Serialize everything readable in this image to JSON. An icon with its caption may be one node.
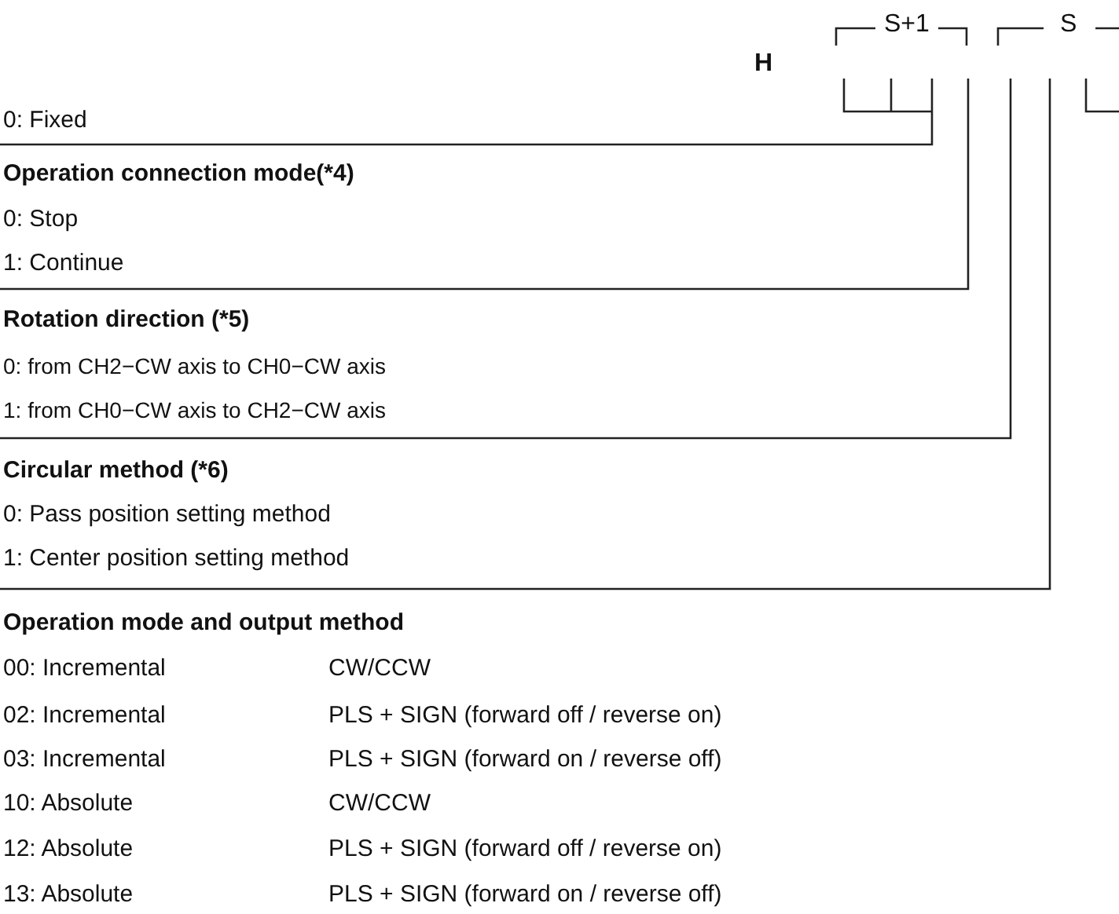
{
  "diagram": {
    "labels": [
      "S+1",
      "S",
      "H",
      "0: Fixed",
      "Operation connection mode(*4)",
      "0: Stop",
      "1: Continue",
      "Rotation direction (*5)",
      "0: from CH2−CW axis to CH0−CW axis",
      "1: from CH0−CW axis to CH2−CW axis",
      "Circular method (*6)",
      "0: Pass position setting method",
      "1: Center position setting method",
      "Operation mode and output method",
      "00: Incremental",
      "CW/CCW",
      "02: Incremental",
      "PLS + SIGN (forward off / reverse on)",
      "03: Incremental",
      "PLS + SIGN (forward on / reverse off)",
      "10: Absolute",
      "CW/CCW",
      "12: Absolute",
      "PLS + SIGN (forward off / reverse on)",
      "13: Absolute",
      "PLS + SIGN (forward on / reverse off)"
    ]
  }
}
